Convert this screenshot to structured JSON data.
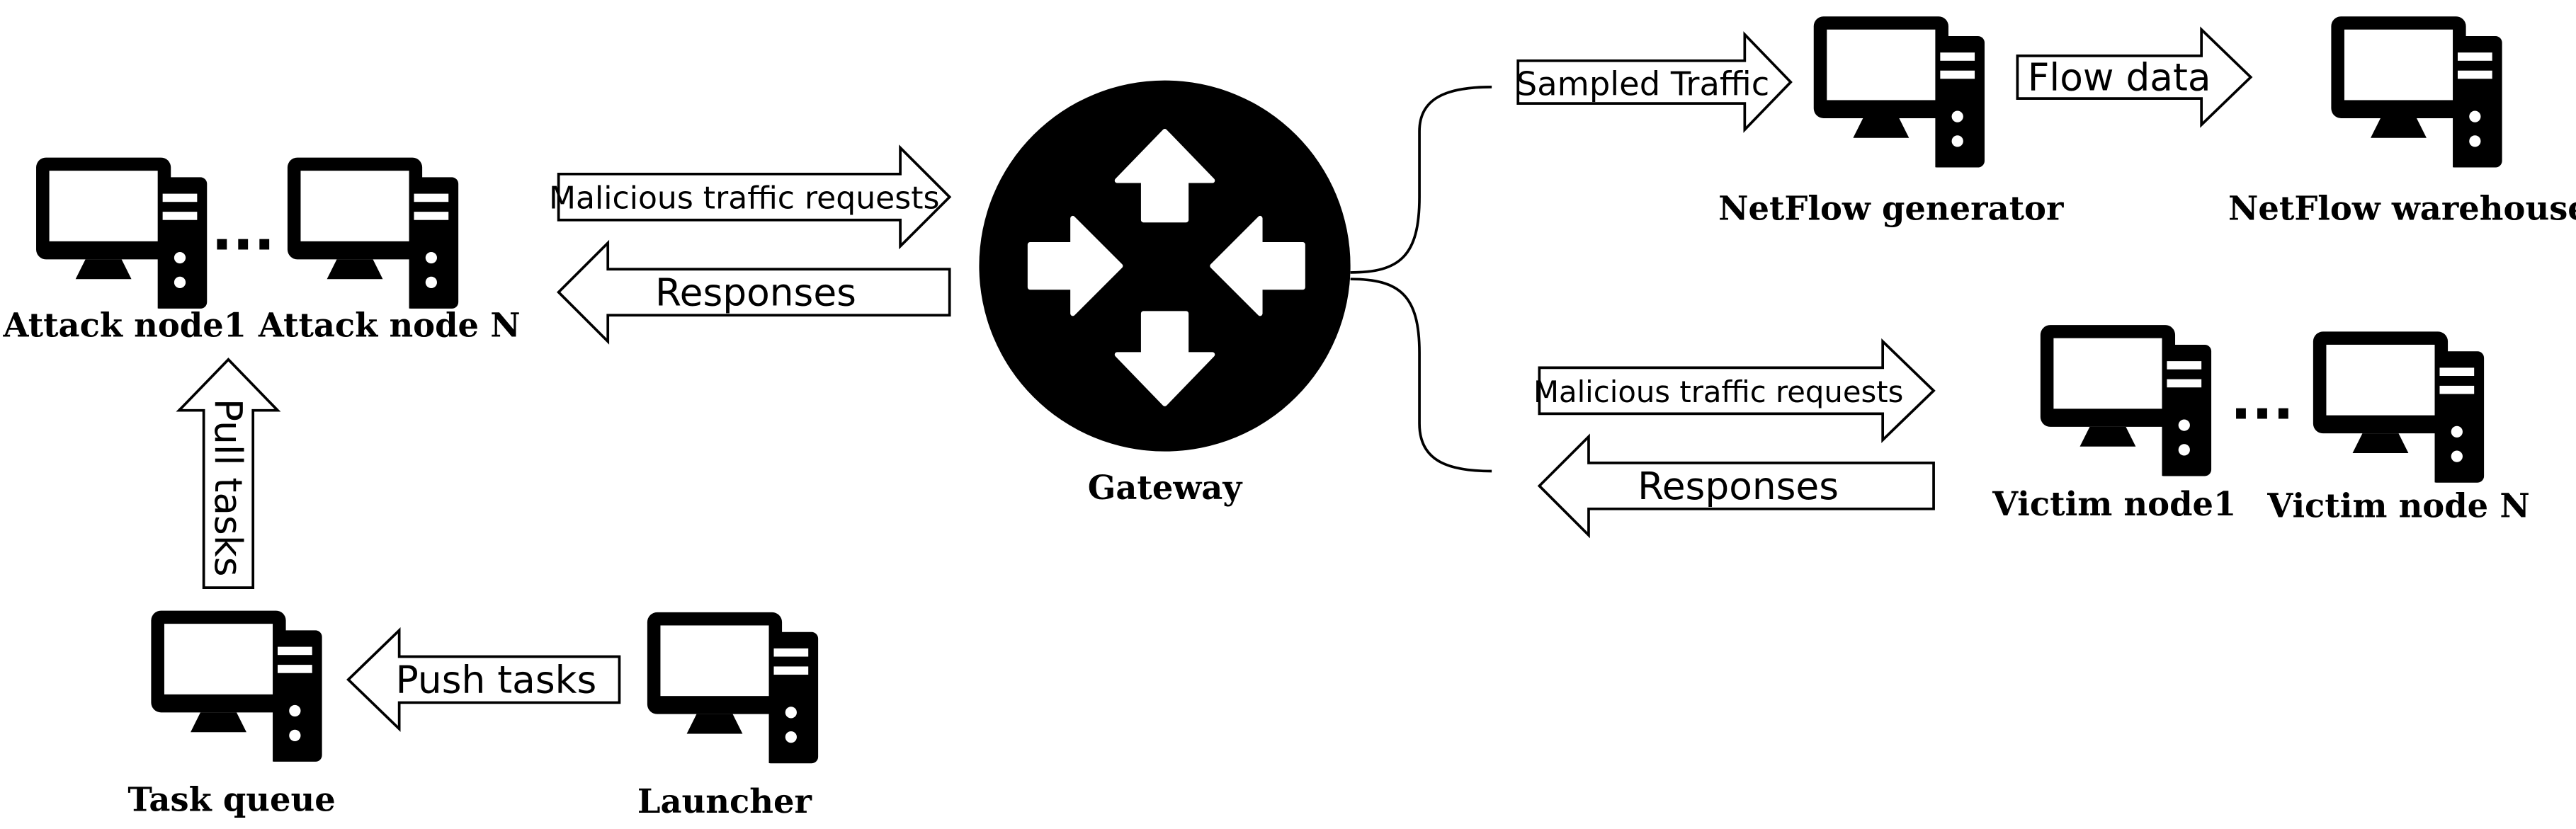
{
  "colors": {
    "ink": "#000000",
    "paper": "#ffffff"
  },
  "nodes": {
    "attack_node_1": {
      "label": "Attack node1",
      "icon": "computer-icon"
    },
    "attack_node_n": {
      "label": "Attack node N",
      "icon": "computer-icon"
    },
    "task_queue": {
      "label": "Task queue",
      "icon": "computer-icon"
    },
    "launcher": {
      "label": "Launcher",
      "icon": "computer-icon"
    },
    "gateway": {
      "label": "Gateway",
      "icon": "router-icon"
    },
    "netflow_generator": {
      "label": "NetFlow generator",
      "icon": "computer-icon"
    },
    "netflow_warehouse": {
      "label": "NetFlow warehouse",
      "icon": "computer-icon"
    },
    "victim_node_1": {
      "label": "Victim node1",
      "icon": "computer-icon"
    },
    "victim_node_n": {
      "label": "Victim node N",
      "icon": "computer-icon"
    }
  },
  "ellipsis": {
    "attack": "...",
    "victim": "..."
  },
  "arrows": {
    "attack_requests": "Malicious traffic requests",
    "attack_responses": "Responses",
    "pull_tasks": "Pull tasks",
    "push_tasks": "Push tasks",
    "sampled_traffic": "Sampled Traffic",
    "flow_data": "Flow data",
    "victim_requests": "Malicious traffic requests",
    "victim_responses": "Responses"
  }
}
